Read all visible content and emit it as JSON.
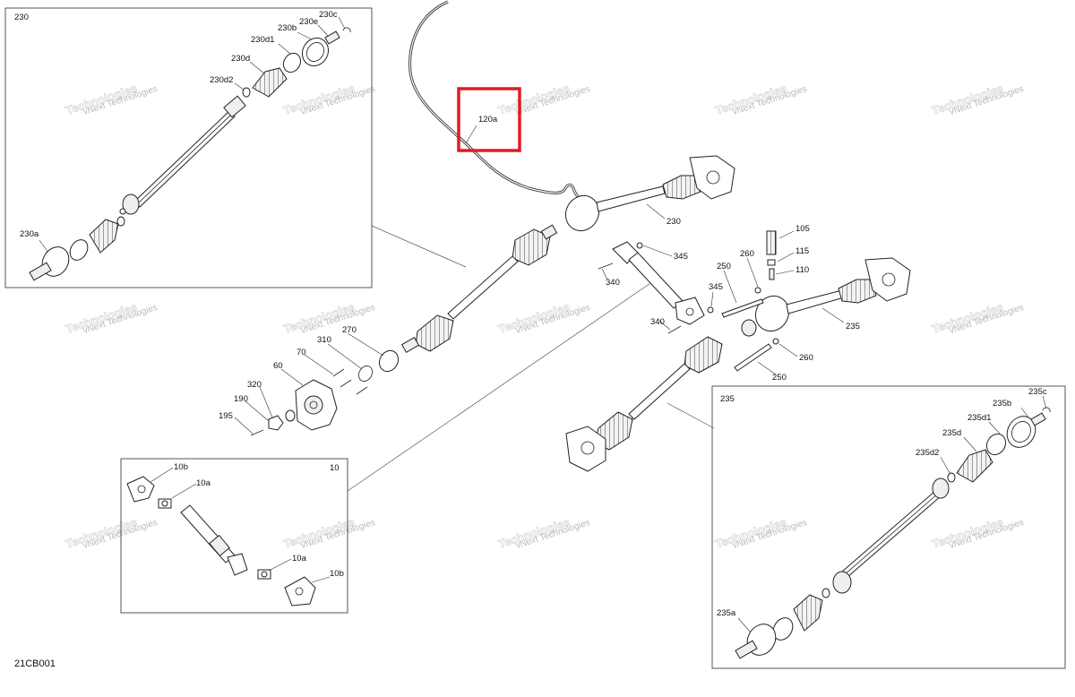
{
  "diagram_code": "21CB001",
  "watermark": [
    "vNext Technologies",
    "Technologies"
  ],
  "highlight": {
    "label": "120a",
    "color": "#e01b24"
  },
  "callouts": {
    "inset_230": {
      "box": "230",
      "a": "230a",
      "b": "230b",
      "c": "230c",
      "d": "230d",
      "d1": "230d1",
      "d2": "230d2",
      "e": "230e"
    },
    "inset_235": {
      "box": "235",
      "a": "235a",
      "b": "235b",
      "c": "235c",
      "d": "235d",
      "d1": "235d1",
      "d2": "235d2"
    },
    "inset_10": {
      "box": "10",
      "a1": "10a",
      "a2": "10a",
      "b1": "10b",
      "b2": "10b"
    },
    "main": {
      "p230": "230",
      "p235": "235",
      "p105": "105",
      "p115": "115",
      "p110": "110",
      "p345a": "345",
      "p345b": "345",
      "p340a": "340",
      "p340b": "340",
      "p250a": "250",
      "p250b": "250",
      "p260a": "260",
      "p260b": "260",
      "p270": "270",
      "p310": "310",
      "p70": "70",
      "p60": "60",
      "p320": "320",
      "p190": "190",
      "p195": "195"
    }
  }
}
